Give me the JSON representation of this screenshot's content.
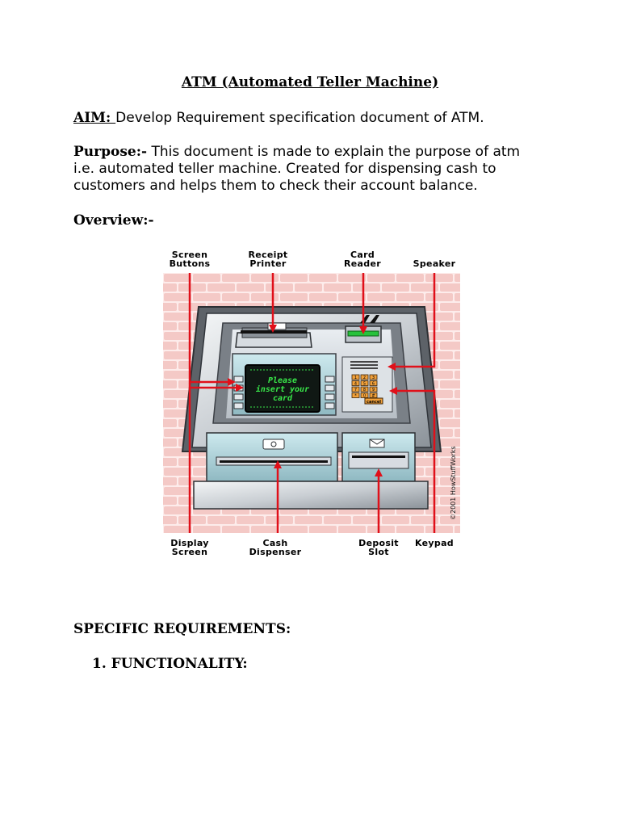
{
  "document": {
    "title": "ATM (Automated Teller Machine)",
    "aim_label": "AIM: ",
    "aim_text": "Develop  Requirement specification document of ATM.",
    "purpose_label": "Purpose:-",
    "purpose_lines": [
      " This document is made to explain the purpose of atm",
      "i.e. automated teller machine. Created for dispensing cash to",
      "customers and helps them to check their account balance."
    ],
    "overview_label": "Overview:-",
    "specific_heading": "SPECIFIC REQUIREMENTS:",
    "functionality_heading": "1. FUNCTIONALITY:"
  },
  "figure": {
    "callouts_top": [
      {
        "line1": "Screen",
        "line2": "Buttons"
      },
      {
        "line1": "Receipt",
        "line2": "Printer"
      },
      {
        "line1": "Card",
        "line2": "Reader"
      },
      {
        "line1": "Speaker",
        "line2": ""
      }
    ],
    "callouts_bottom": [
      {
        "line1": "Display",
        "line2": "Screen"
      },
      {
        "line1": "Cash",
        "line2": "Dispenser"
      },
      {
        "line1": "Deposit",
        "line2": "Slot"
      },
      {
        "line1": "Keypad",
        "line2": ""
      }
    ],
    "screen_text": [
      "Please",
      "insert your",
      "card"
    ],
    "keypad_keys": [
      "1",
      "2",
      "3",
      "4",
      "5",
      "6",
      "7",
      "8",
      "9",
      "*",
      "0",
      "#"
    ],
    "keypad_cancel": "cancel",
    "copyright": "©2001 HowStuffWorks",
    "arrow_color": "#e0101a",
    "screen_text_color": "#39e84a",
    "brick_color": "#f4c9c6"
  }
}
